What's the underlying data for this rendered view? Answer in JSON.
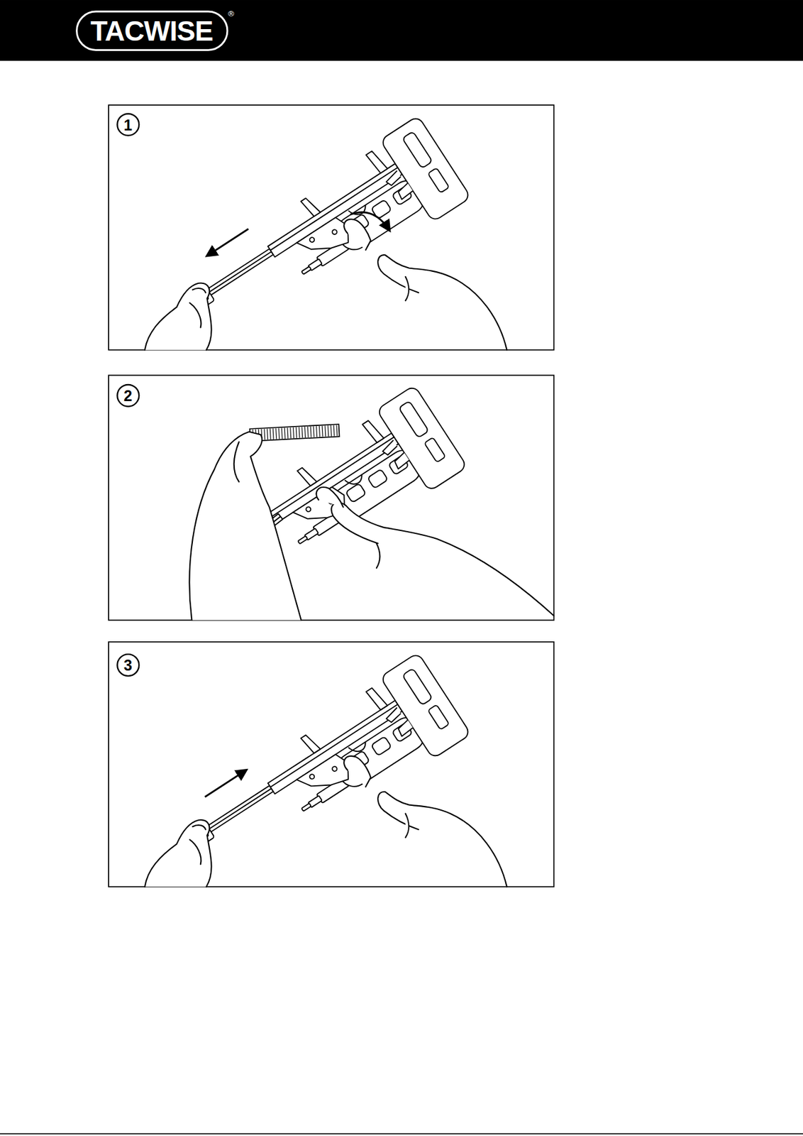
{
  "diagram": {
    "labels": [
      "TACWISE",
      "®",
      "1",
      "2",
      "3"
    ]
  }
}
